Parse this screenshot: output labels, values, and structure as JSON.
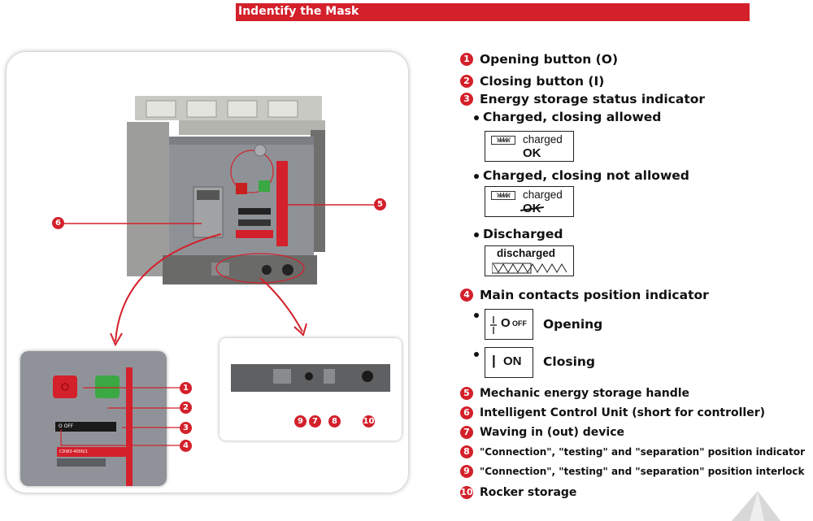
{
  "title": "Indentify the Mask",
  "callouts": [
    "1",
    "2",
    "3",
    "4",
    "5",
    "6",
    "7",
    "8",
    "9",
    "10"
  ],
  "items": [
    {
      "num": "1",
      "label": "Opening button (O)"
    },
    {
      "num": "2",
      "label": "Closing button (I)"
    },
    {
      "num": "3",
      "label": "Energy storage status indicator"
    },
    {
      "num": "4",
      "label": "Main contacts position indicator"
    },
    {
      "num": "5",
      "label": "Mechanic energy storage handle"
    },
    {
      "num": "6",
      "label": "Intelligent Control Unit (short for controller)"
    },
    {
      "num": "7",
      "label": "Waving in (out) device"
    },
    {
      "num": "8",
      "label": "\"Connection\", \"testing\" and \"separation\" position indicator"
    },
    {
      "num": "9",
      "label": "\"Connection\", \"testing\" and \"separation\" position interlock"
    },
    {
      "num": "10",
      "label": "Rocker storage"
    }
  ],
  "storage_states": [
    {
      "label": "Charged, closing allowed",
      "text": "charged",
      "status": "OK"
    },
    {
      "label": "Charged, closing not allowed",
      "text": "charged",
      "status": "OK"
    },
    {
      "label": "Discharged",
      "text": "discharged"
    }
  ],
  "positions": [
    {
      "symbol": "O",
      "small": "OFF",
      "label": "Opening"
    },
    {
      "symbol": "|",
      "small": "ON",
      "label": "Closing"
    }
  ],
  "panel_text": {
    "model": "CDW3-4000/1",
    "inset_model": "CDW3-4000/1",
    "off_tag": "O OFF"
  },
  "colors": {
    "accent": "#d3202b",
    "open_button": "#c8201f",
    "close_button": "#3aa843",
    "body_gray": "#8e9297"
  }
}
